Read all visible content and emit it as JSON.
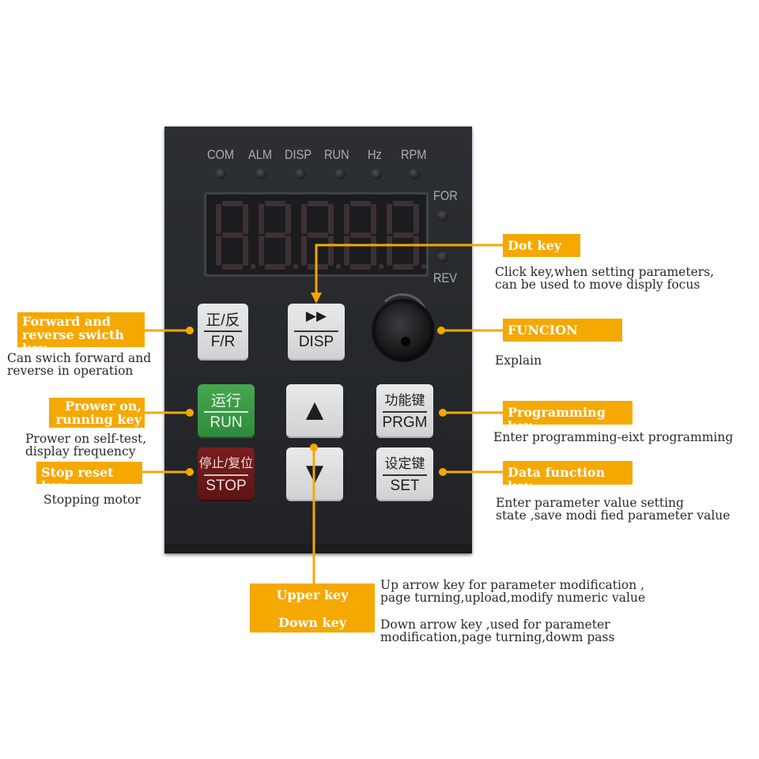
{
  "indicators": [
    "COM",
    "ALM",
    "DISP",
    "RUN",
    "Hz",
    "RPM"
  ],
  "side_labels": {
    "forward": "FOR",
    "reverse": "REV"
  },
  "keys": {
    "fr": {
      "top": "正/反",
      "bottom": "F/R"
    },
    "disp": {
      "top": "▶▶",
      "bottom": "DISP"
    },
    "run": {
      "top": "运行",
      "bottom": "RUN"
    },
    "stop": {
      "top": "停止/复位",
      "bottom": "STOP"
    },
    "prgm": {
      "top": "功能键",
      "bottom": "PRGM"
    },
    "set": {
      "top": "设定键",
      "bottom": "SET"
    },
    "up": "▲",
    "down": "▼"
  },
  "callouts": {
    "dot_key": {
      "title": "Dot key",
      "desc": [
        "Click key,when setting parameters,",
        "can be used to move disply focus"
      ]
    },
    "forward_reverse": {
      "title": [
        "Forward and",
        "reverse swicth key"
      ],
      "desc": [
        "Can swich forward and",
        "reverse in operation"
      ]
    },
    "funcion": {
      "title": "FUNCION",
      "desc": [
        "Explain"
      ]
    },
    "power_on": {
      "title": [
        "Prower on,",
        "running key"
      ],
      "desc": [
        "Prower on self-test,",
        "display frequency"
      ]
    },
    "programming": {
      "title": "Programming key",
      "desc": [
        "Enter programming-eixt programming"
      ]
    },
    "stop_reset": {
      "title": "Stop reset key",
      "desc": [
        "Stopping motor"
      ]
    },
    "data_function": {
      "title": "Data function key",
      "desc": [
        "Enter parameter value setting",
        "state ,save modi fied parameter value"
      ]
    },
    "upper_key": {
      "title": "Upper key",
      "desc": [
        "Up arrow key for parameter modification ,",
        "page turning,upload,modify numeric value"
      ]
    },
    "down_key": {
      "title": "Down key",
      "desc": [
        "Down arrow key ,used for parameter",
        "modification,page turning,dowm pass"
      ]
    }
  },
  "colors": {
    "accent": "#f5a800",
    "panel": "#2a2d30",
    "run_key": "#3a9a45",
    "stop_key": "#6e1a1a"
  }
}
